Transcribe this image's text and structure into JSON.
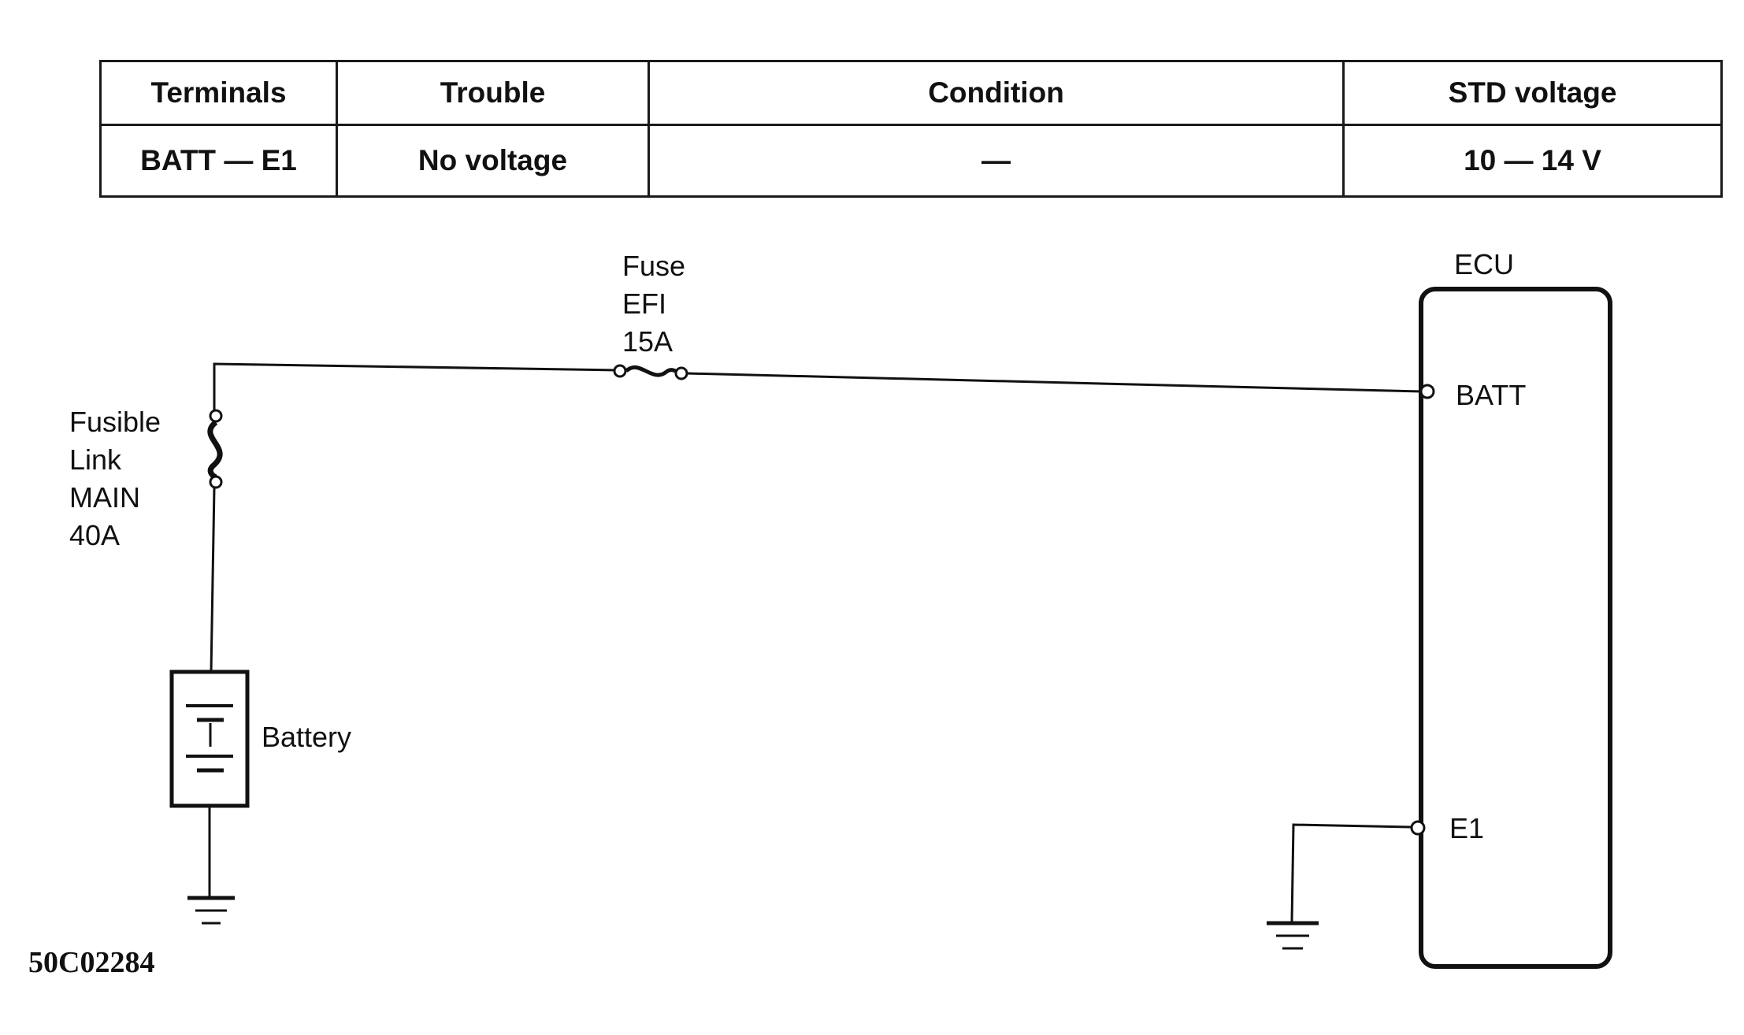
{
  "table": {
    "headers": [
      "Terminals",
      "Trouble",
      "Condition",
      "STD voltage"
    ],
    "row": [
      "BATT — E1",
      "No voltage",
      "—",
      "10 — 14 V"
    ]
  },
  "diagram": {
    "fuse_efi": {
      "line1": "Fuse",
      "line2": "EFI",
      "line3": "15A"
    },
    "fusible_link": {
      "line1": "Fusible",
      "line2": "Link",
      "line3": "MAIN",
      "line4": "40A"
    },
    "battery_label": "Battery",
    "ecu": {
      "title": "ECU",
      "pin_batt": "BATT",
      "pin_e1": "E1"
    }
  },
  "figure_id": "50C02284"
}
